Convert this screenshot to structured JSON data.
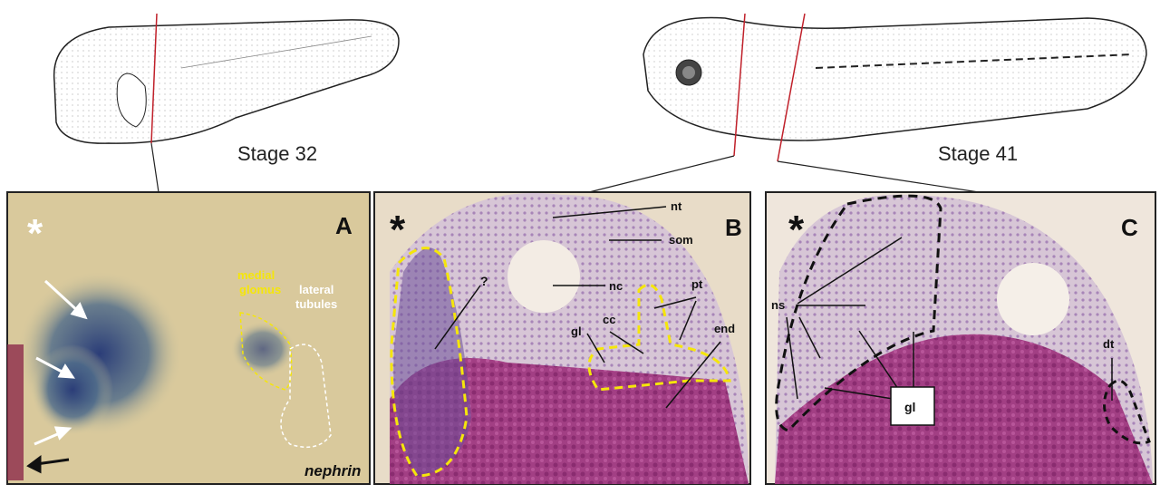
{
  "stages": [
    {
      "label": "Stage 32"
    },
    {
      "label": "Stage 41"
    }
  ],
  "panels": {
    "A": {
      "letter": "A",
      "asterisk": "*",
      "labels": {
        "medial": "medial",
        "glomus": "glomus",
        "lateral": "lateral",
        "tubules": "tubules",
        "gene": "nephrin"
      }
    },
    "B": {
      "letter": "B",
      "asterisk": "*",
      "labels": {
        "nt": "nt",
        "som": "som",
        "q": "?",
        "nc": "nc",
        "pt": "pt",
        "gl": "gl",
        "cc": "cc",
        "end": "end"
      }
    },
    "C": {
      "letter": "C",
      "asterisk": "*",
      "labels": {
        "ns": "ns",
        "gl": "gl",
        "dt": "dt"
      }
    }
  },
  "colors": {
    "outline_yellow": "#f5e60a",
    "section_line": "#c0202a",
    "stain_purple": "#9a3c82",
    "bg_tan": "#e8d9b0"
  }
}
